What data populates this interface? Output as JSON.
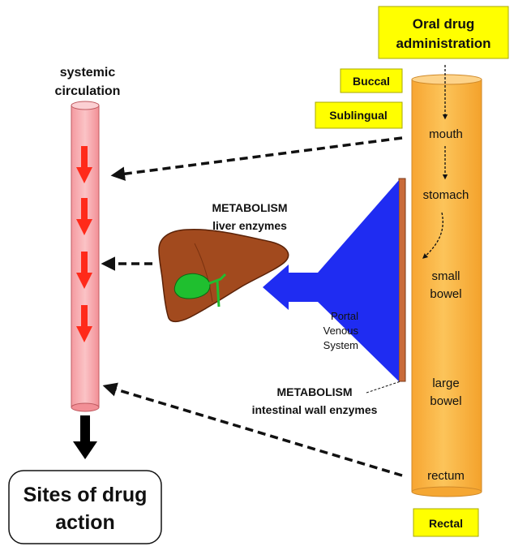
{
  "labels": {
    "oral_line1": "Oral drug",
    "oral_line2": "administration",
    "buccal": "Buccal",
    "sublingual": "Sublingual",
    "rectal": "Rectal",
    "systemic_line1": "systemic",
    "systemic_line2": "circulation",
    "metabolism_liver_line1": "METABOLISM",
    "metabolism_liver_line2": "liver enzymes",
    "metabolism_gut_line1": "METABOLISM",
    "metabolism_gut_line2": "intestinal wall enzymes",
    "portal_line1": "Portal",
    "portal_line2": "Venous",
    "portal_line3": "System",
    "sites_line1": "Sites of drug",
    "sites_line2": "action"
  },
  "gi_tract": [
    "mouth",
    "stomach",
    "small",
    "bowel",
    "large",
    "bowel",
    "rectum"
  ],
  "colors": {
    "label_box": "#ffff00",
    "gi_tube": "#fbb040",
    "vessel": "#f7a5a8",
    "blood_arrow": "#ff2a1a",
    "portal_arrow": "#1f2cf2",
    "liver": "#a24a1e",
    "gallbladder": "#1fbf2f",
    "intestinal_wall": "#c96b3a"
  }
}
